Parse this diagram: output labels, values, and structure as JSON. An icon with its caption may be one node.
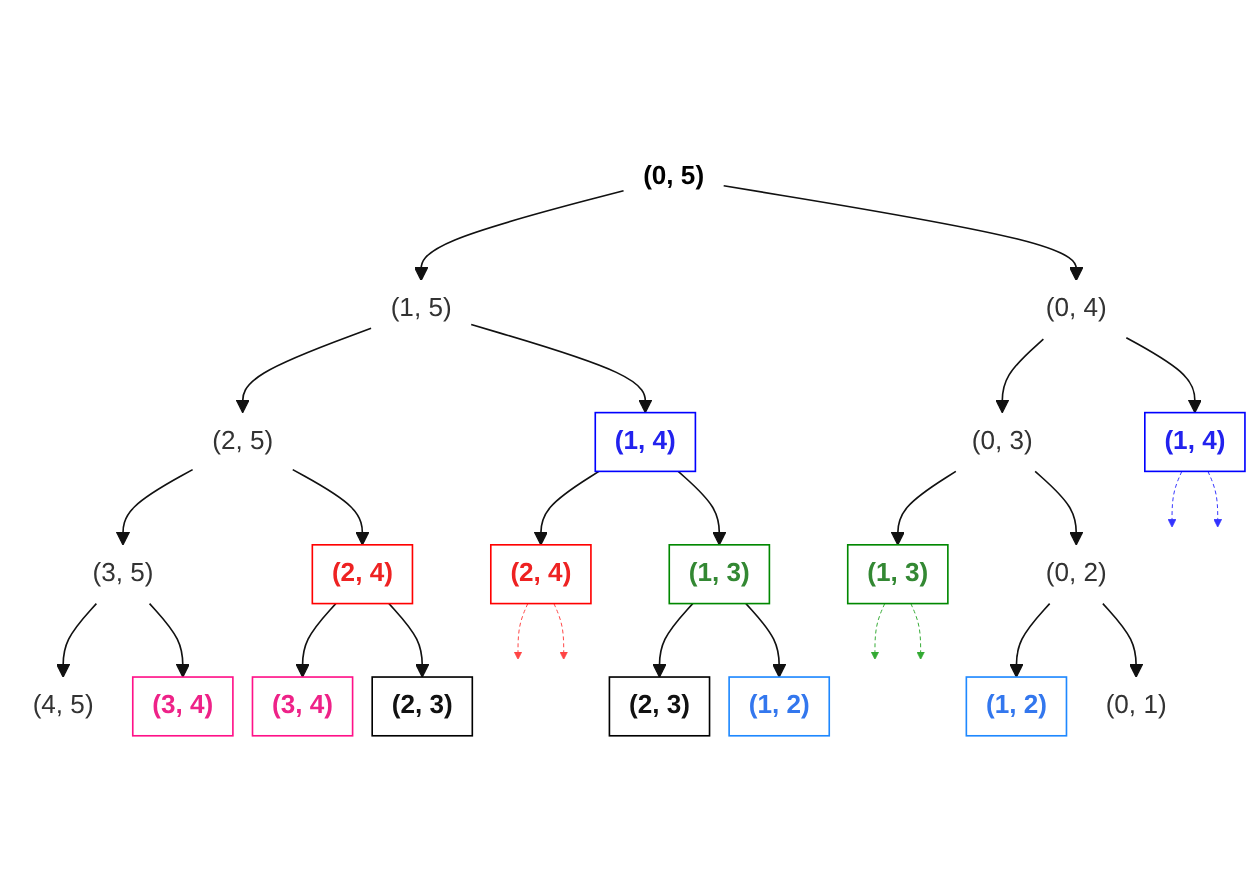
{
  "diagram": {
    "nodes": [
      {
        "text": [
          "(0, 5)"
        ]
      },
      {
        "text": [
          "(1, 5)"
        ]
      },
      {
        "text": [
          "(0, 4)"
        ]
      },
      {
        "text": [
          "(2, 5)"
        ]
      },
      {
        "text": [
          "(1, 4)"
        ]
      },
      {
        "text": [
          "(1, 4)"
        ]
      },
      {
        "text": [
          "(0, 3)"
        ]
      },
      {
        "text": [
          "(3, 5)"
        ]
      },
      {
        "text": [
          "(2, 4)"
        ]
      },
      {
        "text": [
          "(2, 4)"
        ]
      },
      {
        "text": [
          "(1, 3)"
        ]
      },
      {
        "text": [
          "(1, 3)"
        ]
      },
      {
        "text": [
          "(0, 2)"
        ]
      },
      {
        "text": [
          "(4, 5)"
        ]
      },
      {
        "text": [
          "(3, 4)"
        ]
      },
      {
        "text": [
          "(3, 4)"
        ]
      },
      {
        "text": [
          "(2, 3)"
        ]
      },
      {
        "text": [
          "(2, 3)"
        ]
      },
      {
        "text": [
          "(1, 2)"
        ]
      },
      {
        "text": [
          "(1, 2)"
        ]
      },
      {
        "text": [
          "(0, 1)"
        ]
      }
    ],
    "edges": [
      {
        "from": 0,
        "to": 1,
        "arrow": "to"
      },
      {
        "from": 0,
        "to": 2,
        "arrow": "to"
      },
      {
        "from": 1,
        "to": 3,
        "arrow": "to"
      },
      {
        "from": 1,
        "to": 4,
        "arrow": "to"
      },
      {
        "from": 2,
        "to": 5,
        "arrow": "to"
      },
      {
        "from": 2,
        "to": 6,
        "arrow": "to"
      },
      {
        "from": 3,
        "to": 7,
        "arrow": "to"
      },
      {
        "from": 3,
        "to": 8,
        "arrow": "to"
      },
      {
        "from": 4,
        "to": 9,
        "arrow": "to"
      },
      {
        "from": 4,
        "to": 10,
        "arrow": "to"
      },
      {
        "from": 5,
        "to": null,
        "arrow": "to",
        "style": "dashed",
        "color": "#3333ff"
      },
      {
        "from": 5,
        "to": null,
        "arrow": "to",
        "style": "dashed",
        "color": "#3333ff"
      },
      {
        "from": 6,
        "to": 11,
        "arrow": "to"
      },
      {
        "from": 6,
        "to": 12,
        "arrow": "to"
      },
      {
        "from": 7,
        "to": 13,
        "arrow": "to"
      },
      {
        "from": 7,
        "to": 14,
        "arrow": "to"
      },
      {
        "from": 8,
        "to": 15,
        "arrow": "to"
      },
      {
        "from": 8,
        "to": 16,
        "arrow": "to"
      },
      {
        "from": 9,
        "to": null,
        "arrow": "to",
        "style": "dashed",
        "color": "#ff4444"
      },
      {
        "from": 9,
        "to": null,
        "arrow": "to",
        "style": "dashed",
        "color": "#ff4444"
      },
      {
        "from": 10,
        "to": 17,
        "arrow": "to"
      },
      {
        "from": 10,
        "to": 18,
        "arrow": "to"
      },
      {
        "from": 11,
        "to": null,
        "arrow": "to",
        "style": "dashed",
        "color": "#33aa33"
      },
      {
        "from": 11,
        "to": null,
        "arrow": "to",
        "style": "dashed",
        "color": "#33aa33"
      },
      {
        "from": 12,
        "to": 19,
        "arrow": "to"
      },
      {
        "from": 12,
        "to": 20,
        "arrow": "to"
      }
    ]
  }
}
